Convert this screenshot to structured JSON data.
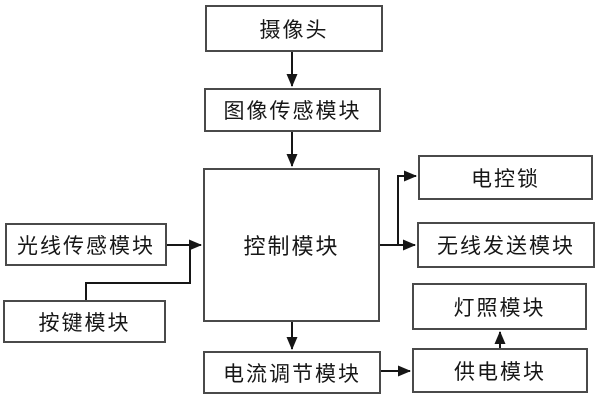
{
  "diagram": {
    "background_color": "#ffffff",
    "line_color": "#161616",
    "box_border_color": "#4a4a4a",
    "text_color": "#171717",
    "nodes": {
      "camera": {
        "label": "摄像头"
      },
      "image_sensor": {
        "label": "图像传感模块"
      },
      "control": {
        "label": "控制模块"
      },
      "light_sensor": {
        "label": "光线传感模块"
      },
      "keypad": {
        "label": "按键模块"
      },
      "current_regulator": {
        "label": "电流调节模块"
      },
      "power_supply": {
        "label": "供电模块"
      },
      "lighting": {
        "label": "灯照模块"
      },
      "electric_lock": {
        "label": "电控锁"
      },
      "wireless_transmit": {
        "label": "无线发送模块"
      }
    },
    "edges": [
      {
        "from": "camera",
        "to": "image_sensor",
        "arrow": true
      },
      {
        "from": "image_sensor",
        "to": "control",
        "arrow": true
      },
      {
        "from": "light_sensor",
        "to": "control",
        "arrow": true
      },
      {
        "from": "keypad",
        "to": "control",
        "arrow": true,
        "note": "joins light_sensor line into control"
      },
      {
        "from": "control",
        "to": "electric_lock",
        "arrow": true
      },
      {
        "from": "control",
        "to": "wireless_transmit",
        "arrow": true
      },
      {
        "from": "control",
        "to": "current_regulator",
        "arrow": true
      },
      {
        "from": "current_regulator",
        "to": "power_supply",
        "arrow": true
      },
      {
        "from": "power_supply",
        "to": "lighting",
        "arrow": true
      }
    ]
  }
}
